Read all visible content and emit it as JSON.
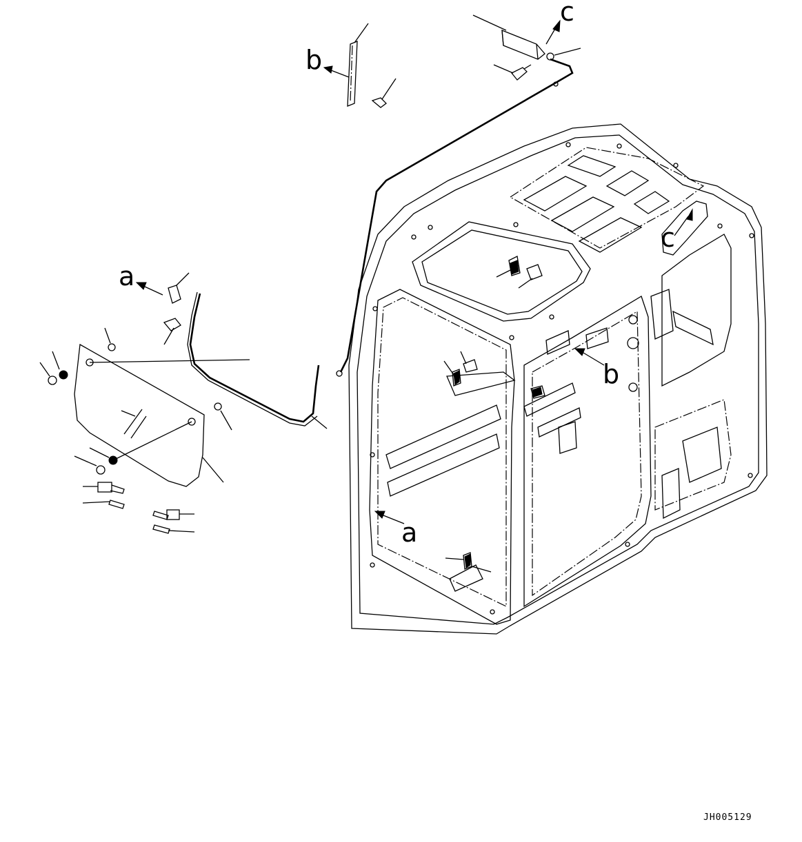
{
  "drawing": {
    "code": "JH005129"
  },
  "references": {
    "a_left": "a",
    "a_cab": "a",
    "b_top": "b",
    "b_cab": "b",
    "c_top": "c",
    "c_cab": "c"
  }
}
